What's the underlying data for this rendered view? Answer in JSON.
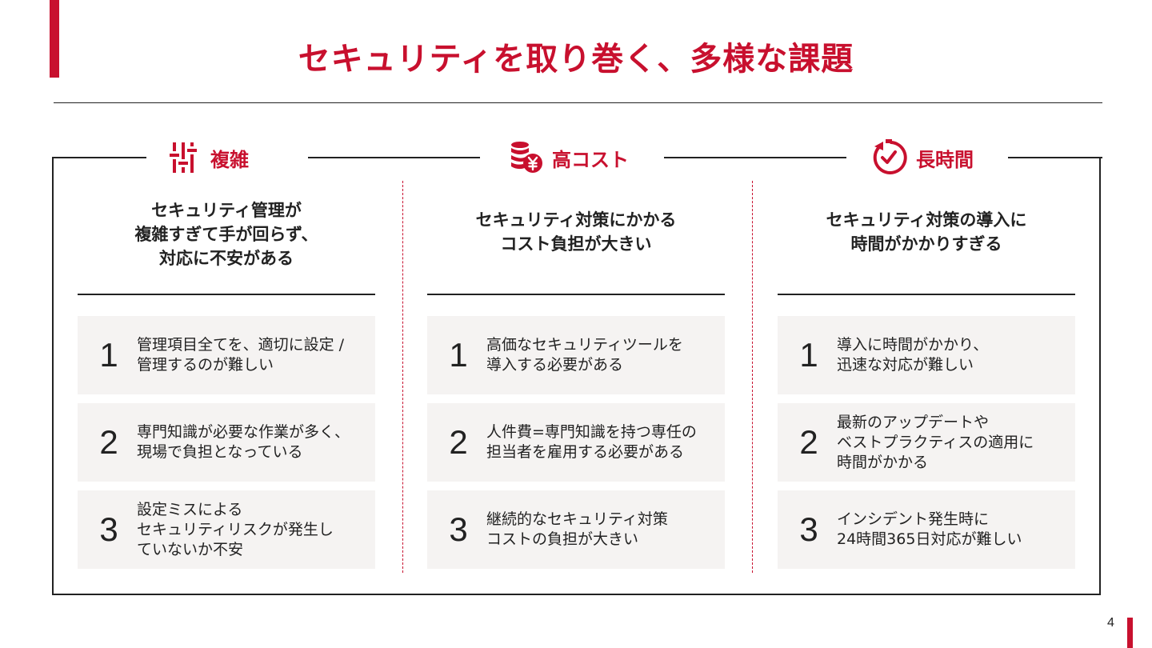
{
  "title": "セキュリティを取り巻く、多様な課題",
  "page_number": "4",
  "accent_color": "#c8102e",
  "columns": [
    {
      "icon": "sliders-icon",
      "label": "複雑",
      "summary": [
        "セキュリティ管理が",
        "複雑すぎて手が回らず、",
        "対応に不安がある"
      ],
      "items": [
        {
          "num": "1",
          "lines": [
            "管理項目全てを、適切に設定 /",
            "管理するのが難しい"
          ]
        },
        {
          "num": "2",
          "lines": [
            "専門知識が必要な作業が多く、",
            "現場で負担となっている"
          ]
        },
        {
          "num": "3",
          "lines": [
            "設定ミスによる",
            "セキュリティリスクが発生し",
            "ていないか不安"
          ]
        }
      ]
    },
    {
      "icon": "coin-yen-icon",
      "label": "高コスト",
      "summary": [
        "セキュリティ対策にかかる",
        "コスト負担が大きい"
      ],
      "items": [
        {
          "num": "1",
          "lines": [
            "高価なセキュリティツールを",
            "導入する必要がある"
          ]
        },
        {
          "num": "2",
          "lines": [
            "人件費=専門知識を持つ専任の",
            "担当者を雇用する必要がある"
          ]
        },
        {
          "num": "3",
          "lines": [
            "継続的なセキュリティ対策",
            "コストの負担が大きい"
          ]
        }
      ]
    },
    {
      "icon": "clock-refresh-icon",
      "label": "長時間",
      "summary": [
        "セキュリティ対策の導入に",
        "時間がかかりすぎる"
      ],
      "items": [
        {
          "num": "1",
          "lines": [
            "導入に時間がかかり、",
            "迅速な対応が難しい"
          ]
        },
        {
          "num": "2",
          "lines": [
            "最新のアップデートや",
            "ベストプラクティスの適用に",
            "時間がかかる"
          ]
        },
        {
          "num": "3",
          "lines": [
            "インシデント発生時に",
            "24時間365日対応が難しい"
          ]
        }
      ]
    }
  ]
}
